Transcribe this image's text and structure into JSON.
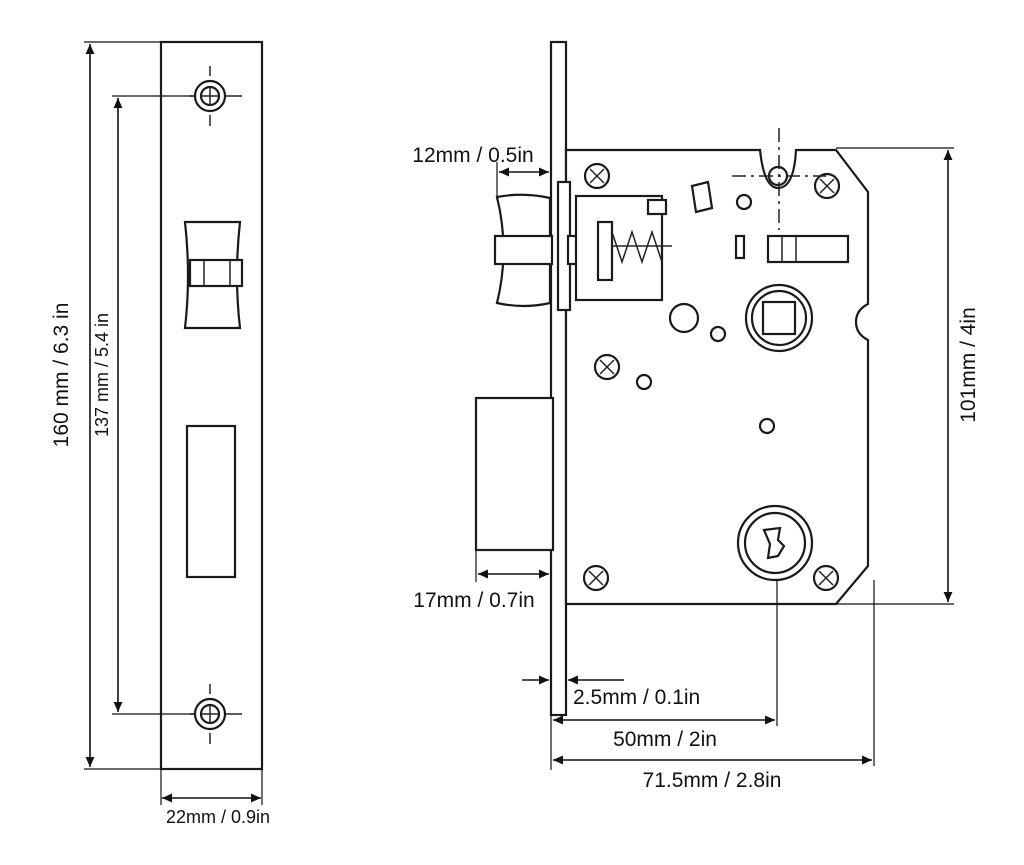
{
  "labels": {
    "faceplate_length": "160 mm / 6.3 in",
    "screw_spacing": "137 mm / 5.4 in",
    "faceplate_width": "22mm / 0.9in",
    "latch_projection": "12mm / 0.5in",
    "bolt_projection": "17mm / 0.7in",
    "plate_thickness": "2.5mm / 0.1in",
    "backset": "50mm / 2in",
    "case_depth": "71.5mm / 2.8in",
    "case_height": "101mm / 4in"
  },
  "colors": {
    "line": "#1a1a1a",
    "background": "#ffffff"
  }
}
